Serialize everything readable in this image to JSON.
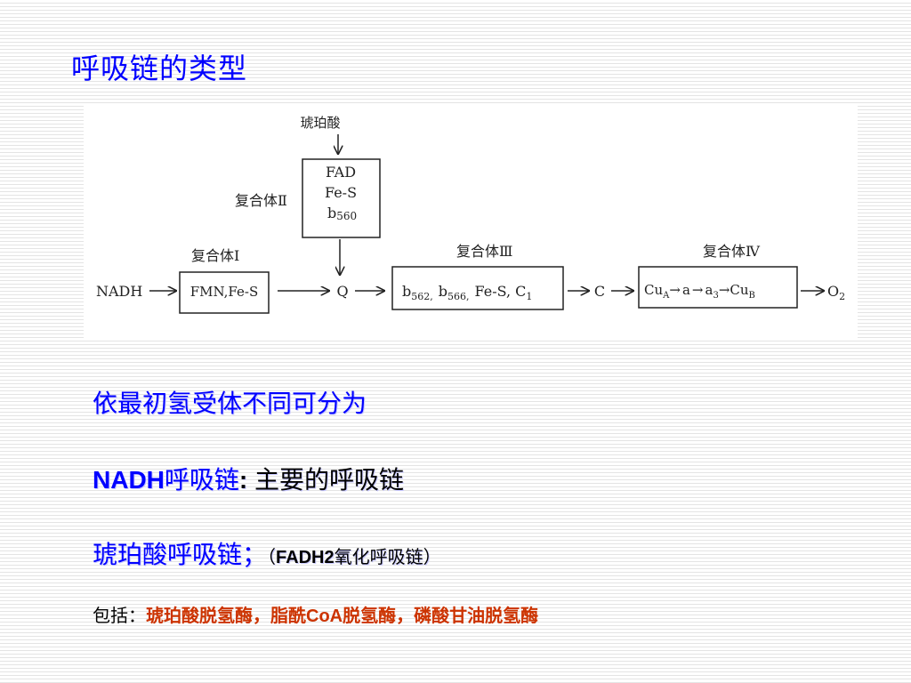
{
  "slide": {
    "title": "呼吸链的类型"
  },
  "diagram": {
    "succinate": "琥珀酸",
    "complex2_label": "复合体Ⅱ",
    "complex2_items": [
      "FAD",
      "Fe-S",
      "b"
    ],
    "complex2_b_sub": "560",
    "complex1_label": "复合体Ⅰ",
    "complex1_content": "FMN,Fe-S",
    "complex3_label": "复合体Ⅲ",
    "complex4_label": "复合体Ⅳ",
    "nadh": "NADH",
    "q": "Q",
    "c": "C",
    "o": "O",
    "o_sub": "2",
    "complex3_parts": {
      "b1": "b",
      "b1_sub": "562,",
      "b2": "b",
      "b2_sub": "566,",
      "rest": "Fe-S, C",
      "rest_sub": "1"
    },
    "complex4_parts": {
      "cu1": "Cu",
      "cu1_sub": "A",
      "a": "a",
      "a3": "a",
      "a3_sub": "3",
      "cu2": "Cu",
      "cu2_sub": "B"
    }
  },
  "body": {
    "line1": "依最初氢受体不同可分为",
    "line2_nadh": "NADH",
    "line2_chain": "呼吸链",
    "line2_colon": ": ",
    "line2_rest": "主要的呼吸链",
    "line3_main": "琥珀酸呼吸链；",
    "line3_paren_open": "（",
    "line3_fadh": "FADH2",
    "line3_paren_text": "氧化呼吸链）",
    "line4_label": "包括：",
    "line4_items": "琥珀酸脱氢酶，脂酰",
    "line4_coa": "CoA",
    "line4_items2": "脱氢酶，磷酸甘油脱氢酶"
  }
}
